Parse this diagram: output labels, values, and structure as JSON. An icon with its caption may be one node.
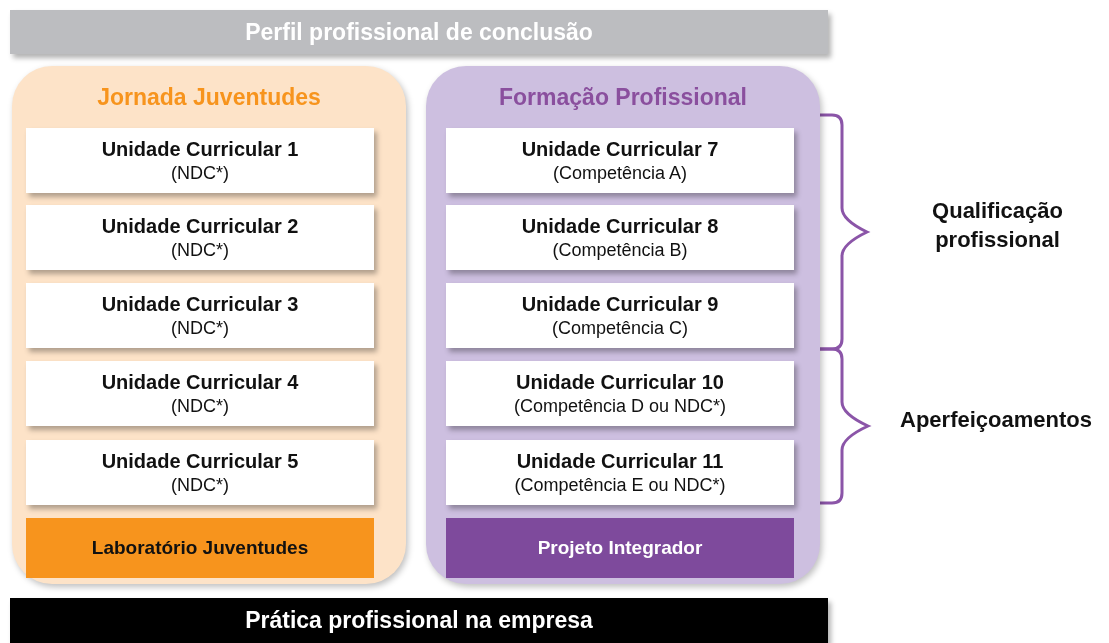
{
  "diagram": {
    "nodes": [
      {
        "text": [
          "Perfil profissional de conclusão"
        ]
      },
      {
        "text": [
          "Jornada Juventudes"
        ]
      },
      {
        "text": [
          "Unidade Curricular 1",
          "(NDC*)"
        ],
        "in": 1
      },
      {
        "text": [
          "Unidade Curricular 2",
          "(NDC*)"
        ],
        "in": 1
      },
      {
        "text": [
          "Unidade Curricular 3",
          "(NDC*)"
        ],
        "in": 1
      },
      {
        "text": [
          "Unidade Curricular 4",
          "(NDC*)"
        ],
        "in": 1
      },
      {
        "text": [
          "Unidade Curricular 5",
          "(NDC*)"
        ],
        "in": 1
      },
      {
        "text": [
          "Laboratório Juventudes"
        ],
        "in": 1
      },
      {
        "text": [
          "Formação Profissional"
        ]
      },
      {
        "text": [
          "Unidade Curricular 7",
          "(Competência A)"
        ],
        "in": 8
      },
      {
        "text": [
          "Unidade Curricular 8",
          "(Competência B)"
        ],
        "in": 8
      },
      {
        "text": [
          "Unidade Curricular 9",
          "(Competência C)"
        ],
        "in": 8
      },
      {
        "text": [
          "Unidade Curricular 10",
          "(Competência D ou NDC*)"
        ],
        "in": 8
      },
      {
        "text": [
          "Unidade Curricular 11",
          "(Competência E ou NDC*)"
        ],
        "in": 8
      },
      {
        "text": [
          "Projeto Integrador"
        ],
        "in": 8
      },
      {
        "text": [
          "Prática profissional na empresa"
        ]
      }
    ],
    "edges": [],
    "labels": [
      "Qualificação profissional",
      "Aperfeiçoamentos"
    ]
  }
}
